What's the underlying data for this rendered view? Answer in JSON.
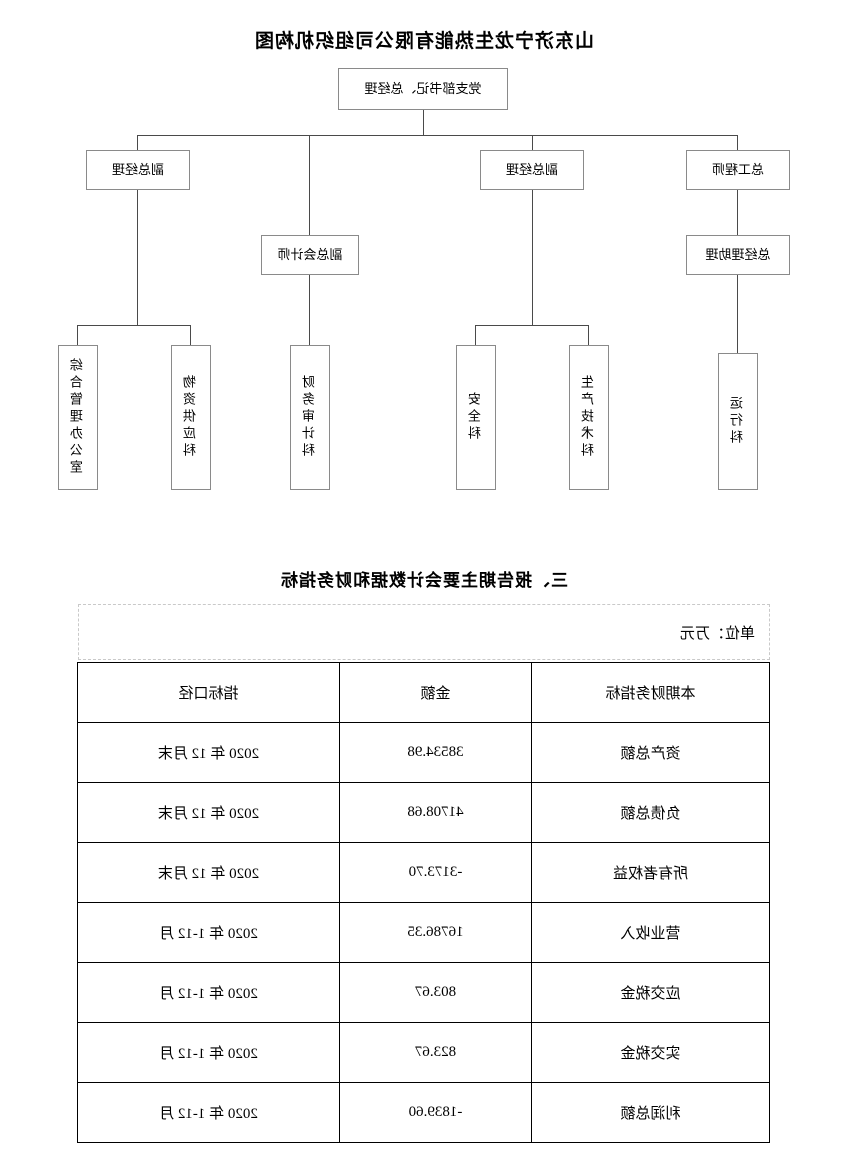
{
  "document": {
    "chart_title": "山东济宁龙生热能有限公司组织机构图",
    "section_heading": "三、报告期主要会计数据和财务指标",
    "unit_note": "单位：万元"
  },
  "org_chart": {
    "root": {
      "label": "党支部书记、总经理"
    },
    "level2": [
      {
        "label": "总工程师"
      },
      {
        "label": "副总经理"
      },
      {
        "label": "副总经理"
      }
    ],
    "level3": [
      {
        "label": "总经理助理"
      },
      {
        "label": "副总会计师"
      }
    ],
    "departments": [
      {
        "label": "运行科"
      },
      {
        "label": "生产技术科"
      },
      {
        "label": "安全科"
      },
      {
        "label": "财务审计科"
      },
      {
        "label": "物资供应科"
      },
      {
        "label": "综合管理办公室"
      }
    ]
  },
  "table": {
    "headers": [
      "本期财务指标",
      "金额",
      "指标口径"
    ],
    "rows": [
      {
        "indicator": "资产总额",
        "amount": "38534.98",
        "basis": "2020 年 12 月末"
      },
      {
        "indicator": "负债总额",
        "amount": "41708.68",
        "basis": "2020 年 12 月末"
      },
      {
        "indicator": "所有者权益",
        "amount": "-3173.70",
        "basis": "2020 年 12 月末"
      },
      {
        "indicator": "营业收入",
        "amount": "16786.35",
        "basis": "2020 年 1-12 月"
      },
      {
        "indicator": "应交税金",
        "amount": "803.67",
        "basis": "2020 年 1-12 月"
      },
      {
        "indicator": "实交税金",
        "amount": "823.67",
        "basis": "2020 年 1-12 月"
      },
      {
        "indicator": "利润总额",
        "amount": "-1839.60",
        "basis": "2020 年 1-12 月"
      }
    ]
  },
  "colors": {
    "text": "#000000",
    "node_border": "#8a8a8a",
    "connector": "#4a4a4a",
    "table_border": "#000000"
  }
}
